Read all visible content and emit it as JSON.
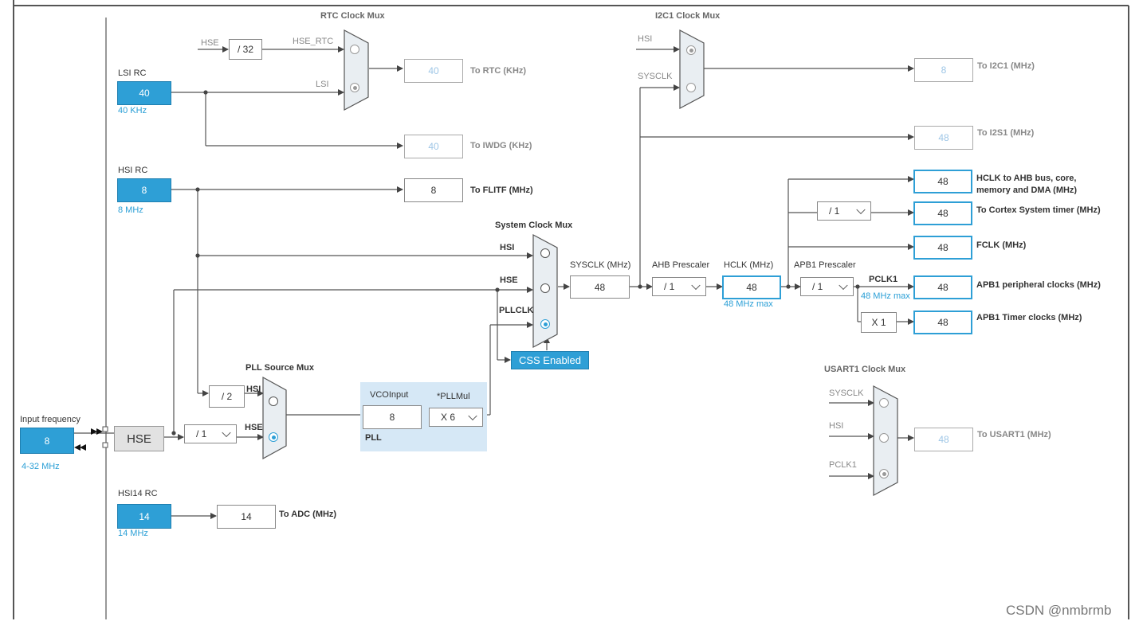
{
  "colors": {
    "accent": "#2e9fd6",
    "disabled_value": "#9ec6e6",
    "wire": "#555555",
    "pll_panel": "#d6e8f6"
  },
  "rtc_mux": {
    "title": "RTC Clock Mux",
    "in_hse": "HSE",
    "div": "/ 32",
    "hse_rtc": "HSE_RTC",
    "in_lsi": "LSI",
    "out_value": "40",
    "out_label": "To RTC (KHz)"
  },
  "lsi": {
    "title": "LSI RC",
    "value": "40",
    "freq": "40 KHz"
  },
  "iwdg": {
    "value": "40",
    "label": "To IWDG (KHz)"
  },
  "hsi": {
    "title": "HSI RC",
    "value": "8",
    "freq": "8 MHz"
  },
  "flitf": {
    "value": "8",
    "label": "To FLITF (MHz)"
  },
  "i2c1_mux": {
    "title": "I2C1 Clock Mux",
    "in_hsi": "HSI",
    "in_sysclk": "SYSCLK",
    "out_value": "8",
    "out_label": "To I2C1 (MHz)"
  },
  "i2s1": {
    "value": "48",
    "label": "To I2S1 (MHz)"
  },
  "hclk_ahb": {
    "value": "48",
    "label_line1": "HCLK to AHB bus, core,",
    "label_line2": "memory and DMA (MHz)"
  },
  "cortex": {
    "prescaler": "/ 1",
    "value": "48",
    "label": "To Cortex System timer (MHz)"
  },
  "fclk": {
    "value": "48",
    "label": "FCLK (MHz)"
  },
  "sys_mux": {
    "title": "System Clock Mux",
    "in_hsi": "HSI",
    "in_hse": "HSE",
    "in_pllclk": "PLLCLK",
    "css_button": "CSS Enabled"
  },
  "sysclk": {
    "label": "SYSCLK (MHz)",
    "value": "48"
  },
  "ahb": {
    "label": "AHB Prescaler",
    "value": "/ 1"
  },
  "hclk": {
    "label": "HCLK (MHz)",
    "value": "48",
    "max": "48 MHz max"
  },
  "apb1": {
    "label": "APB1 Prescaler",
    "value": "/ 1",
    "pclk1": "PCLK1",
    "pclk1_max": "48 MHz max",
    "periph_value": "48",
    "periph_label": "APB1 peripheral clocks (MHz)",
    "timer_mult": "X 1",
    "timer_value": "48",
    "timer_label": "APB1 Timer clocks (MHz)"
  },
  "input": {
    "label": "Input frequency",
    "value": "8",
    "range": "4-32 MHz",
    "hse_block": "HSE"
  },
  "pll_src_mux": {
    "title": "PLL Source Mux",
    "div2": "/ 2",
    "in_hsi": "HSI",
    "in_hse": "HSE",
    "hse_div": "/ 1"
  },
  "pll": {
    "vco_label": "VCOInput",
    "mul_label": "*PLLMul",
    "vco_value": "8",
    "mul_value": "X 6",
    "name": "PLL"
  },
  "usart1_mux": {
    "title": "USART1 Clock Mux",
    "in_sysclk": "SYSCLK",
    "in_hsi": "HSI",
    "in_pclk1": "PCLK1",
    "out_value": "48",
    "out_label": "To USART1 (MHz)"
  },
  "hsi14": {
    "title": "HSI14 RC",
    "value": "14",
    "freq": "14 MHz"
  },
  "adc": {
    "value": "14",
    "label": "To ADC (MHz)"
  },
  "watermark": "CSDN @nmbrmb"
}
